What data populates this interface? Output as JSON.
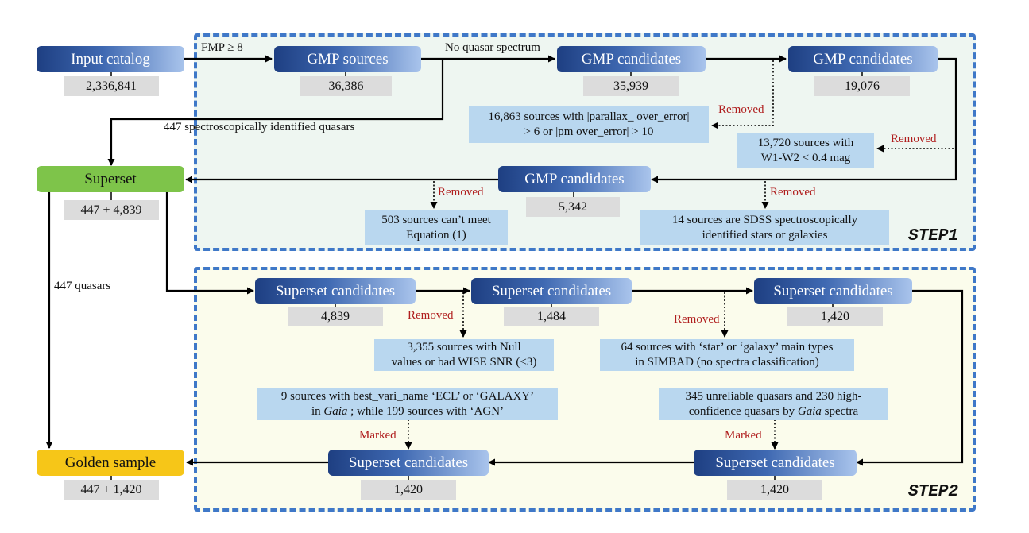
{
  "nodes": {
    "input_catalog": "Input catalog",
    "input_catalog_count": "2,336,841",
    "gmp_sources": "GMP sources",
    "gmp_sources_count": "36,386",
    "gmp_candidates_1": "GMP candidates",
    "gmp_candidates_1_count": "35,939",
    "gmp_candidates_2": "GMP candidates",
    "gmp_candidates_2_count": "19,076",
    "gmp_candidates_3": "GMP candidates",
    "gmp_candidates_3_count": "5,342",
    "superset": "Superset",
    "superset_count": "447 + 4,839",
    "superset_candidates_1": "Superset candidates",
    "superset_candidates_1_count": "4,839",
    "superset_candidates_2": "Superset candidates",
    "superset_candidates_2_count": "1,484",
    "superset_candidates_3": "Superset candidates",
    "superset_candidates_3_count": "1,420",
    "superset_candidates_4": "Superset candidates",
    "superset_candidates_4_count": "1,420",
    "superset_candidates_5": "Superset candidates",
    "superset_candidates_5_count": "1,420",
    "golden_sample": "Golden sample",
    "golden_sample_count": "447 + 1,420"
  },
  "edge_labels": {
    "fmp": "FMP ≥ 8",
    "no_quasar": "No quasar spectrum",
    "spectro_quasars": "447 spectroscopically identified quasars",
    "quasars_447": "447 quasars",
    "removed": "Removed",
    "marked": "Marked"
  },
  "info_boxes": {
    "parallax_l1": "16,863 sources with |parallax_ over_error|",
    "parallax_l2": "> 6 or |pm over_error| > 10",
    "w1w2_l1": "13,720 sources with",
    "w1w2_l2": "W1-W2 < 0.4 mag",
    "equation_l1": "503 sources can’t meet",
    "equation_l2": "Equation (1)",
    "sdss_l1": "14 sources are SDSS spectroscopically",
    "sdss_l2": "identified stars or galaxies",
    "null_l1": "3,355 sources with Null",
    "null_l2": "values or bad WISE SNR (<3)",
    "simbad_l1": "64 sources with ‘star’ or ‘galaxy’ main types",
    "simbad_l2": "in SIMBAD (no spectra classification)",
    "vari_l1": "9 sources with best_vari_name ‘ECL’ or ‘GALAXY’",
    "vari_l2a": "in ",
    "vari_l2_italic": "Gaia",
    "vari_l2b": " ; while 199 sources with ‘AGN’",
    "gaia_l1": "345 unreliable quasars and 230 high-",
    "gaia_l2a": "confidence quasars by ",
    "gaia_l2_italic": "Gaia",
    "gaia_l2b": " spectra"
  },
  "steps": {
    "step1": "STEP1",
    "step2": "STEP2"
  },
  "colors": {
    "border": "#3f78c8",
    "step1_bg": "#eef6f1",
    "step2_bg": "#fbfcec",
    "superset": "#7ec44a",
    "golden": "#f6c618",
    "info": "#b9d7ef",
    "removed": "#b01e1e"
  }
}
